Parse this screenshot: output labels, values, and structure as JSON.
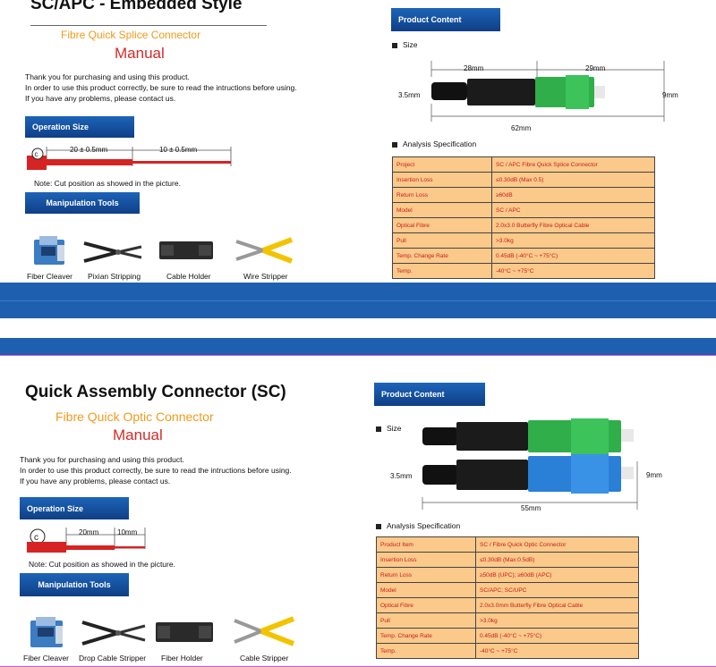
{
  "top": {
    "title": "SC/APC - Embedded Style",
    "subtitle": "Fibre Quick Splice Connector",
    "manual": "Manual",
    "intro": [
      "Thank you for purchasing and using this product.",
      "In order to use this product correctly, be sure to read the intructions before using.",
      "If you have any problems, please contact us."
    ],
    "operation_size": "Operation Size",
    "measure_left": "20 ± 0.5mm",
    "measure_right": "10 ± 0.5mm",
    "note": "Note: Cut position as showed in the picture.",
    "manipulation_tools": "Manipulation Tools",
    "tools": [
      "Fiber Cleaver",
      "Pixian Stripping",
      "Cable Holder",
      "Wire Stripper"
    ],
    "product_content": "Product Content",
    "size": "Size",
    "dims": {
      "a": "28mm",
      "b": "29mm",
      "h": "3.5mm",
      "w": "9mm",
      "total": "62mm"
    },
    "analysis": "Analysis Specification",
    "spec": [
      [
        "Project",
        "SC / APC Fibre Quick Splice Connector"
      ],
      [
        "Insertion Loss",
        "≤0.30dB (Max 0.5)"
      ],
      [
        "Return Loss",
        "≥60dB"
      ],
      [
        "Model",
        "SC / APC"
      ],
      [
        "Optical Fibre",
        "2.0x3.0 Butterfly Fibre Optical Cable"
      ],
      [
        "Pull",
        ">3.0kg"
      ],
      [
        "Temp. Change Rate",
        "0.45dB (-40°C ~ +75°C)"
      ],
      [
        "Temp.",
        "-40°C ~ +75°C"
      ]
    ]
  },
  "bottom": {
    "title": "Quick Assembly Connector (SC)",
    "subtitle": "Fibre Quick Optic Connector",
    "manual": "Manual",
    "intro": [
      "Thank you for purchasing and using this product.",
      "In order to use this product correctly, be sure to read the intructions before using.",
      "If you have any problems, please contact us."
    ],
    "operation_size": "Operation Size",
    "measure_left": "20mm",
    "measure_right": "10mm",
    "note": "Note: Cut position as showed in the picture.",
    "manipulation_tools": "Manipulation Tools",
    "tools": [
      "Fiber Cleaver",
      "Drop Cable Stripper",
      "Fiber Holder",
      "Cable Stripper"
    ],
    "product_content": "Product Content",
    "size": "Size",
    "dims": {
      "h": "3.5mm",
      "w": "9mm",
      "total": "55mm"
    },
    "analysis": "Analysis Specification",
    "spec": [
      [
        "Product Item",
        "SC / Fibre Quick Optic Connector"
      ],
      [
        "Insertion Loss",
        "≤0.30dB (Max:0.5dB)"
      ],
      [
        "Return Loss",
        "≥50dB (UPC); ≥60dB (APC)"
      ],
      [
        "Model",
        "SC/APC; SC/UPC"
      ],
      [
        "Optical Fibre",
        "2.0x3.0mm Butterfly Fibre Optical Cable"
      ],
      [
        "Pull",
        ">3.0kg"
      ],
      [
        "Temp. Change Rate",
        "0.45dB (-40°C ~ +75°C)"
      ],
      [
        "Temp.",
        "-40°C ~ +75°C"
      ]
    ]
  },
  "colors": {
    "accent_blue": "#1f5fb0",
    "table_bg": "#fbc98a",
    "table_text": "#c51d1d",
    "orange": "#f09a1b",
    "red": "#d62a2a",
    "connector_green": "#2fae4a",
    "connector_blue": "#2a7fd6"
  }
}
